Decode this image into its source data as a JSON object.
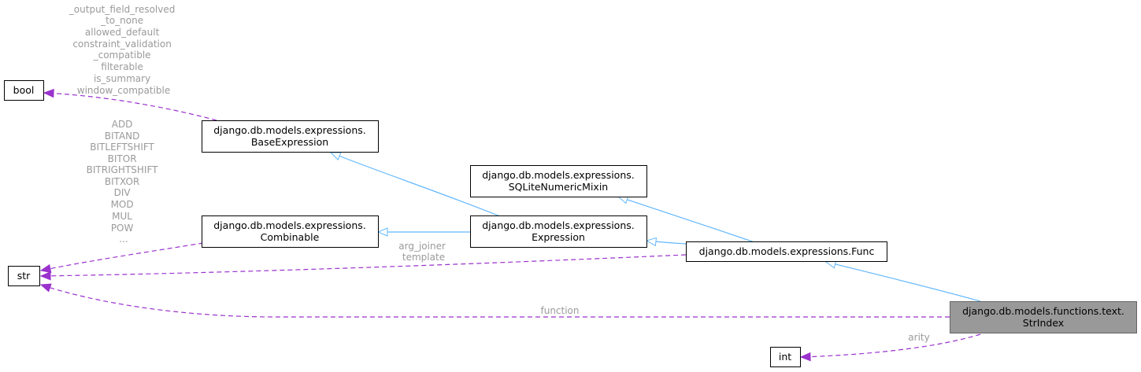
{
  "nodes": {
    "bool": "bool",
    "str": "str",
    "int": "int",
    "base_expression": [
      "django.db.models.expressions.",
      "BaseExpression"
    ],
    "combinable": [
      "django.db.models.expressions.",
      "Combinable"
    ],
    "sqlite_numeric_mixin": [
      "django.db.models.expressions.",
      "SQLiteNumericMixin"
    ],
    "expression": [
      "django.db.models.expressions.",
      "Expression"
    ],
    "func": "django.db.models.expressions.Func",
    "str_index": [
      "django.db.models.functions.text.",
      "StrIndex"
    ]
  },
  "edge_labels": {
    "base_to_bool": [
      "_output_field_resolved",
      "_to_none",
      "allowed_default",
      "constraint_validation",
      "_compatible",
      "filterable",
      "is_summary",
      "window_compatible"
    ],
    "combinable_to_str": [
      "ADD",
      "BITAND",
      "BITLEFTSHIFT",
      "BITOR",
      "BITRIGHTSHIFT",
      "BITXOR",
      "DIV",
      "MOD",
      "MUL",
      "POW",
      "..."
    ],
    "func_to_str": [
      "arg_joiner",
      "template"
    ],
    "strindex_to_str": [
      "function"
    ],
    "strindex_to_int": [
      "arity"
    ]
  },
  "colors": {
    "inheritance": "#63b8ff",
    "usage": "#9a32cd",
    "label": "#9a9a9a",
    "focus_fill": "#999999"
  }
}
